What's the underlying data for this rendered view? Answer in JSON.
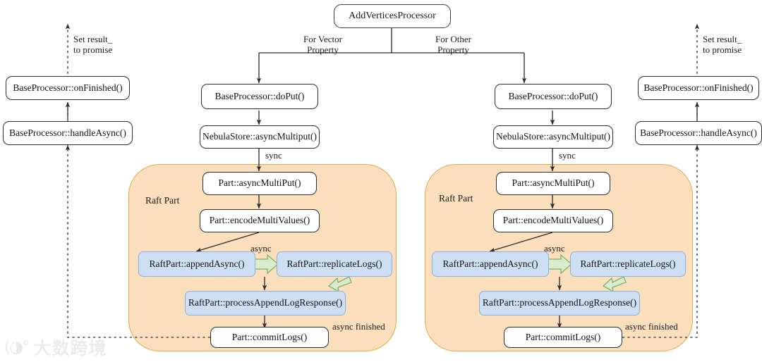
{
  "diagram": {
    "root": {
      "label": "AddVerticesProcessor"
    },
    "branch_labels": {
      "left": "For Vector\nProperty",
      "right": "For Other\nProperty"
    },
    "edge_labels": {
      "sync": "sync",
      "async": "async",
      "async_finished": "async finished",
      "set_result": "Set result_\nto promise"
    },
    "panel": {
      "title": "Raft Part"
    },
    "columns": [
      {
        "side": "left",
        "promise_chain": [
          {
            "label": "BaseProcessor::onFinished()"
          },
          {
            "label": "BaseProcessor::handleAsync()"
          }
        ],
        "main_chain": [
          {
            "label": "BaseProcessor::doPut()"
          },
          {
            "label": "NebulaStore::asyncMultiput()"
          }
        ],
        "raft_nodes": [
          {
            "label": "Part::asyncMultiPut()",
            "style": "white"
          },
          {
            "label": "Part::encodeMultiValues()",
            "style": "white"
          },
          {
            "label": "RaftPart::appendAsync()",
            "style": "blue"
          },
          {
            "label": "RaftPart::replicateLogs()",
            "style": "blue"
          },
          {
            "label": "RaftPart::processAppendLogResponse()",
            "style": "blue"
          },
          {
            "label": "Part::commitLogs()",
            "style": "white"
          }
        ]
      },
      {
        "side": "right",
        "promise_chain": [
          {
            "label": "BaseProcessor::onFinished()"
          },
          {
            "label": "BaseProcessor::handleAsync()"
          }
        ],
        "main_chain": [
          {
            "label": "BaseProcessor::doPut()"
          },
          {
            "label": "NebulaStore::asyncMultiput()"
          }
        ],
        "raft_nodes": [
          {
            "label": "Part::asyncMultiPut()",
            "style": "white"
          },
          {
            "label": "Part::encodeMultiValues()",
            "style": "white"
          },
          {
            "label": "RaftPart::appendAsync()",
            "style": "blue"
          },
          {
            "label": "RaftPart::replicateLogs()",
            "style": "blue"
          },
          {
            "label": "RaftPart::processAppendLogResponse()",
            "style": "blue"
          },
          {
            "label": "Part::commitLogs()",
            "style": "white"
          }
        ]
      }
    ],
    "watermark": {
      "logo": "(◑°",
      "text": "大数跨境"
    },
    "colors": {
      "panel_fill": "#fbdfbc",
      "panel_border": "#e0a94a",
      "blue_fill": "#cfdff3",
      "blue_border": "#8fb2da",
      "green_arrow_fill": "#d9ecd0",
      "green_arrow_border": "#7fb069",
      "line": "#2e2e2e"
    }
  }
}
